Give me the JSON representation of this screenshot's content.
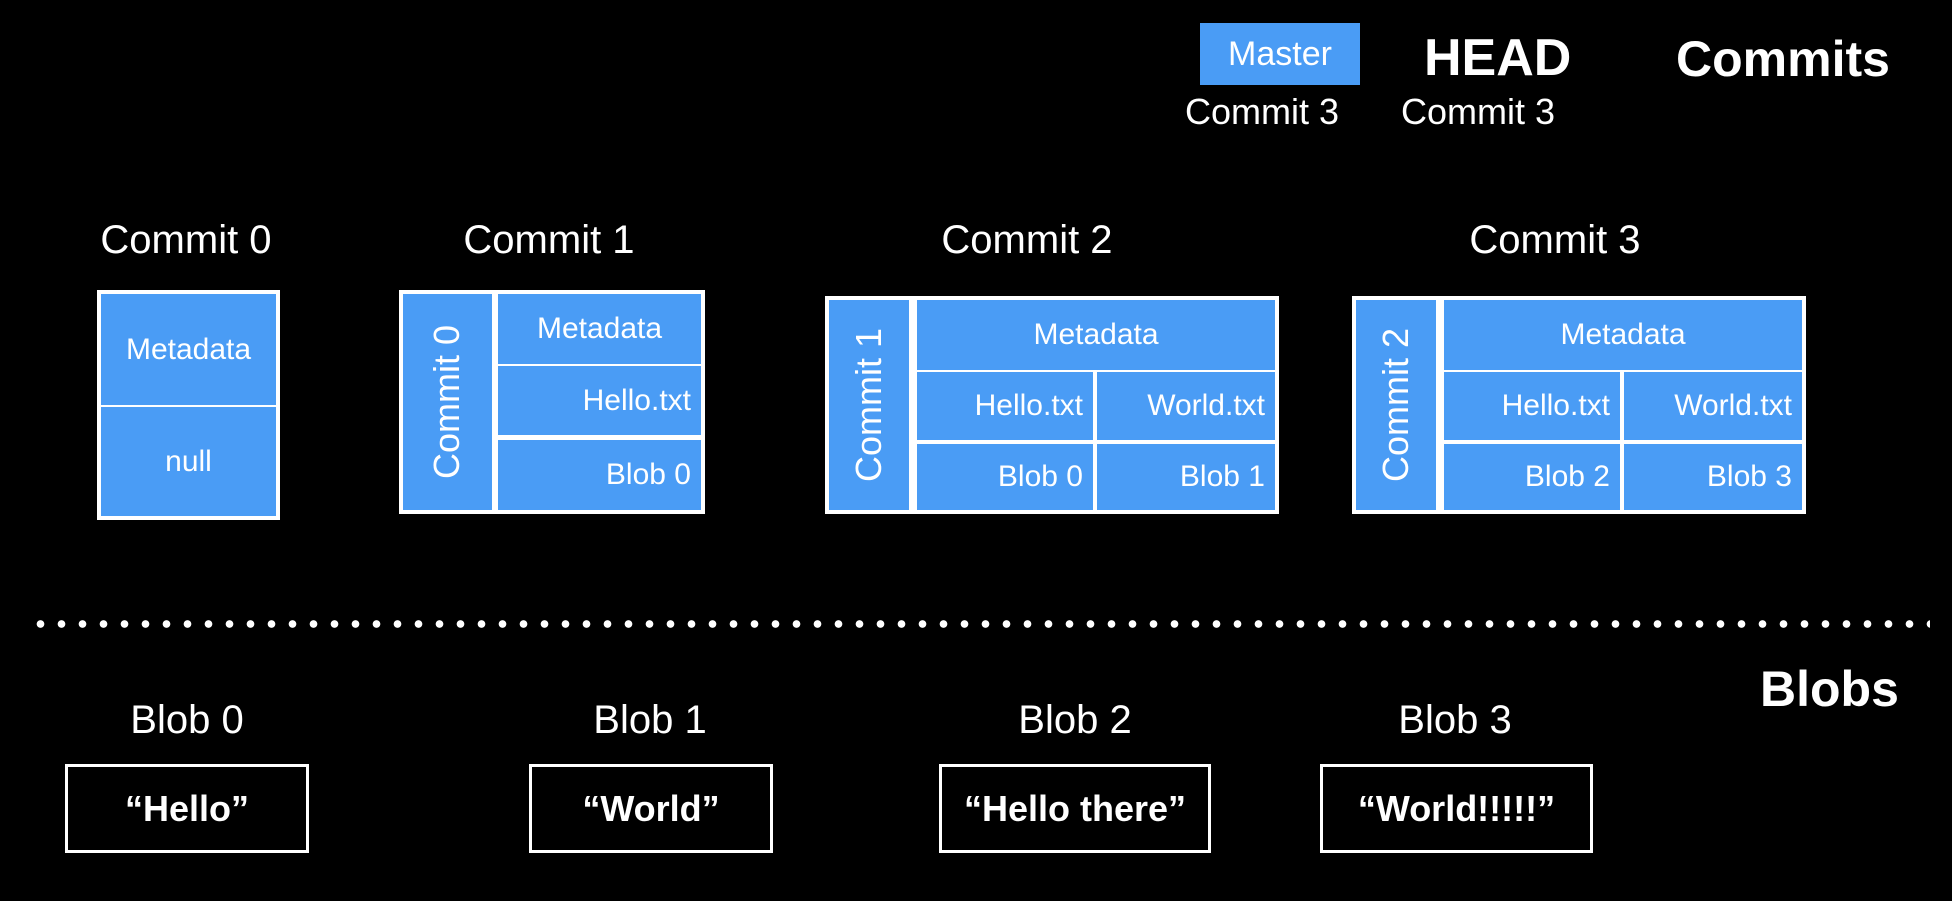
{
  "sections": {
    "commits": "Commits",
    "blobs": "Blobs"
  },
  "pointers": {
    "master": {
      "label": "Master",
      "target": "Commit 3"
    },
    "head": {
      "label": "HEAD",
      "target": "Commit 3"
    }
  },
  "commits": [
    {
      "title": "Commit 0",
      "metadata": "Metadata",
      "parent": "null"
    },
    {
      "title": "Commit 1",
      "parent": "Commit 0",
      "metadata": "Metadata",
      "files": [
        "Hello.txt"
      ],
      "blobs": [
        "Blob 0"
      ]
    },
    {
      "title": "Commit 2",
      "parent": "Commit 1",
      "metadata": "Metadata",
      "files": [
        "Hello.txt",
        "World.txt"
      ],
      "blobs": [
        "Blob 0",
        "Blob 1"
      ]
    },
    {
      "title": "Commit 3",
      "parent": "Commit 2",
      "metadata": "Metadata",
      "files": [
        "Hello.txt",
        "World.txt"
      ],
      "blobs": [
        "Blob 2",
        "Blob 3"
      ]
    }
  ],
  "blobs": [
    {
      "title": "Blob 0",
      "content": "“Hello”"
    },
    {
      "title": "Blob 1",
      "content": "“World”"
    },
    {
      "title": "Blob 2",
      "content": "“Hello there”"
    },
    {
      "title": "Blob 3",
      "content": "“World!!!!!”"
    }
  ],
  "colors": {
    "background": "#000000",
    "cell": "#4a9cf5",
    "text": "#ffffff"
  }
}
